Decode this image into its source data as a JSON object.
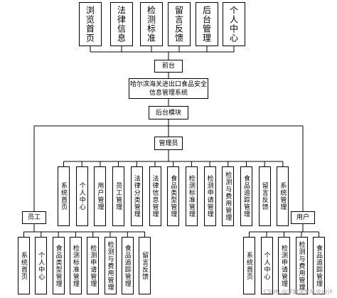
{
  "top_modules": [
    "浏览首页",
    "法律信息",
    "检测标准",
    "留言反馈",
    "后台管理",
    "个人中心"
  ],
  "frontend": "前台",
  "system_name": "哈尔滨海关进出口食品安全信息管理系统",
  "backend_module": "后台模块",
  "admin": {
    "label": "管理员",
    "children": [
      "系统首页",
      "个人中心",
      "用户管理",
      "员工管理",
      "法律分类管理",
      "法律信息管理",
      "食品类型管理",
      "检测标准管理",
      "检测申请管理",
      "检测与费用管理",
      "食品追踪管理",
      "留言反馈",
      "系统管理"
    ]
  },
  "employee": {
    "label": "员工",
    "children": [
      "系统首页",
      "个人中心",
      "食品类型管理",
      "检测标准管理",
      "检测申请管理",
      "检测与费用管理",
      "食品追踪管理",
      "留言反馈"
    ]
  },
  "user": {
    "label": "用户",
    "children": [
      "系统首页",
      "个人中心",
      "检测申请管理",
      "检测与费用管理",
      "食品追踪管理"
    ]
  },
  "watermark": "CSDN @学姐学长毕业设计"
}
